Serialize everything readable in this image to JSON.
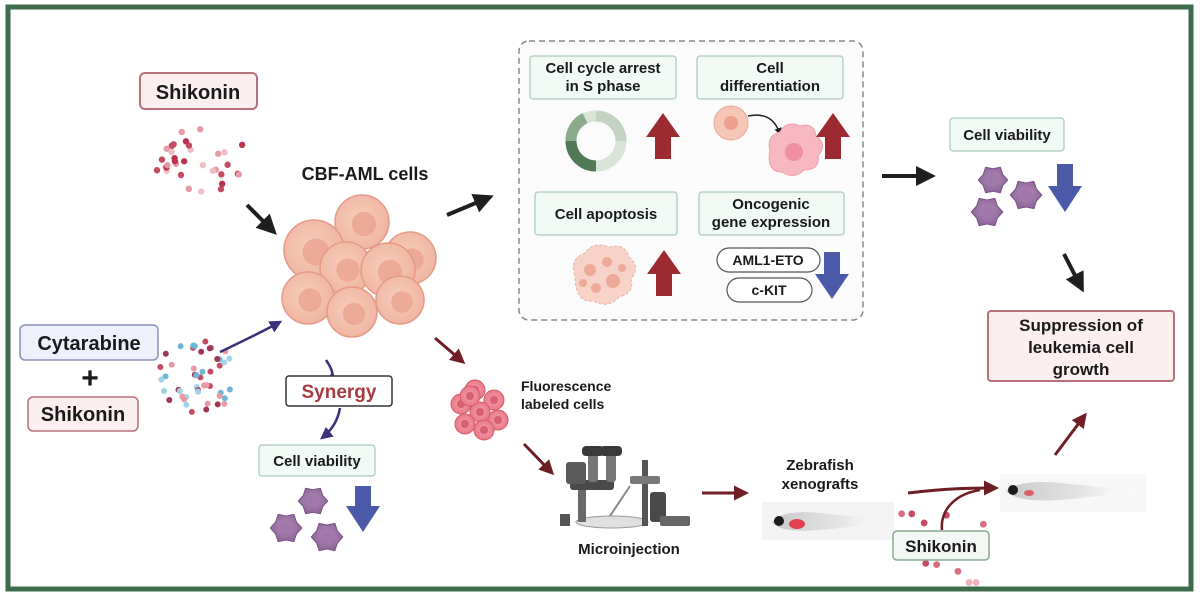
{
  "drug_boxes": {
    "shikonin_top": "Shikonin",
    "cytarabine": "Cytarabine",
    "plus": "+",
    "shikonin_bottom": "Shikonin",
    "shikonin_zebrafish": "Shikonin"
  },
  "center": {
    "cells_label": "CBF-AML cells",
    "synergy": "Synergy"
  },
  "effects": {
    "cell_cycle_line1": "Cell cycle arrest",
    "cell_cycle_line2": "in S phase",
    "differentiation_line1": "Cell",
    "differentiation_line2": "differentiation",
    "apoptosis": "Cell apoptosis",
    "oncogenic_line1": "Oncogenic",
    "oncogenic_line2": "gene expression",
    "gene_aml1": "AML1-ETO",
    "gene_ckit": "c-KIT"
  },
  "viability": {
    "right_label": "Cell viability",
    "left_label": "Cell viability"
  },
  "outcome": {
    "line1": "Suppression of",
    "line2": "leukemia cell",
    "line3": "growth"
  },
  "xenograft": {
    "fluor_line1": "Fluorescence",
    "fluor_line2": "labeled cells",
    "microinjection": "Microinjection",
    "zebrafish_line1": "Zebrafish",
    "zebrafish_line2": "xenografts"
  },
  "colors": {
    "border": "#3e6b4c",
    "up_arrow": "#9b2b30",
    "down_arrow": "#4a59a8",
    "drug_box_border": "#b8707a",
    "drug_box_fill": "#fbeff0",
    "cytarabine_fill": "#eef0fb"
  }
}
